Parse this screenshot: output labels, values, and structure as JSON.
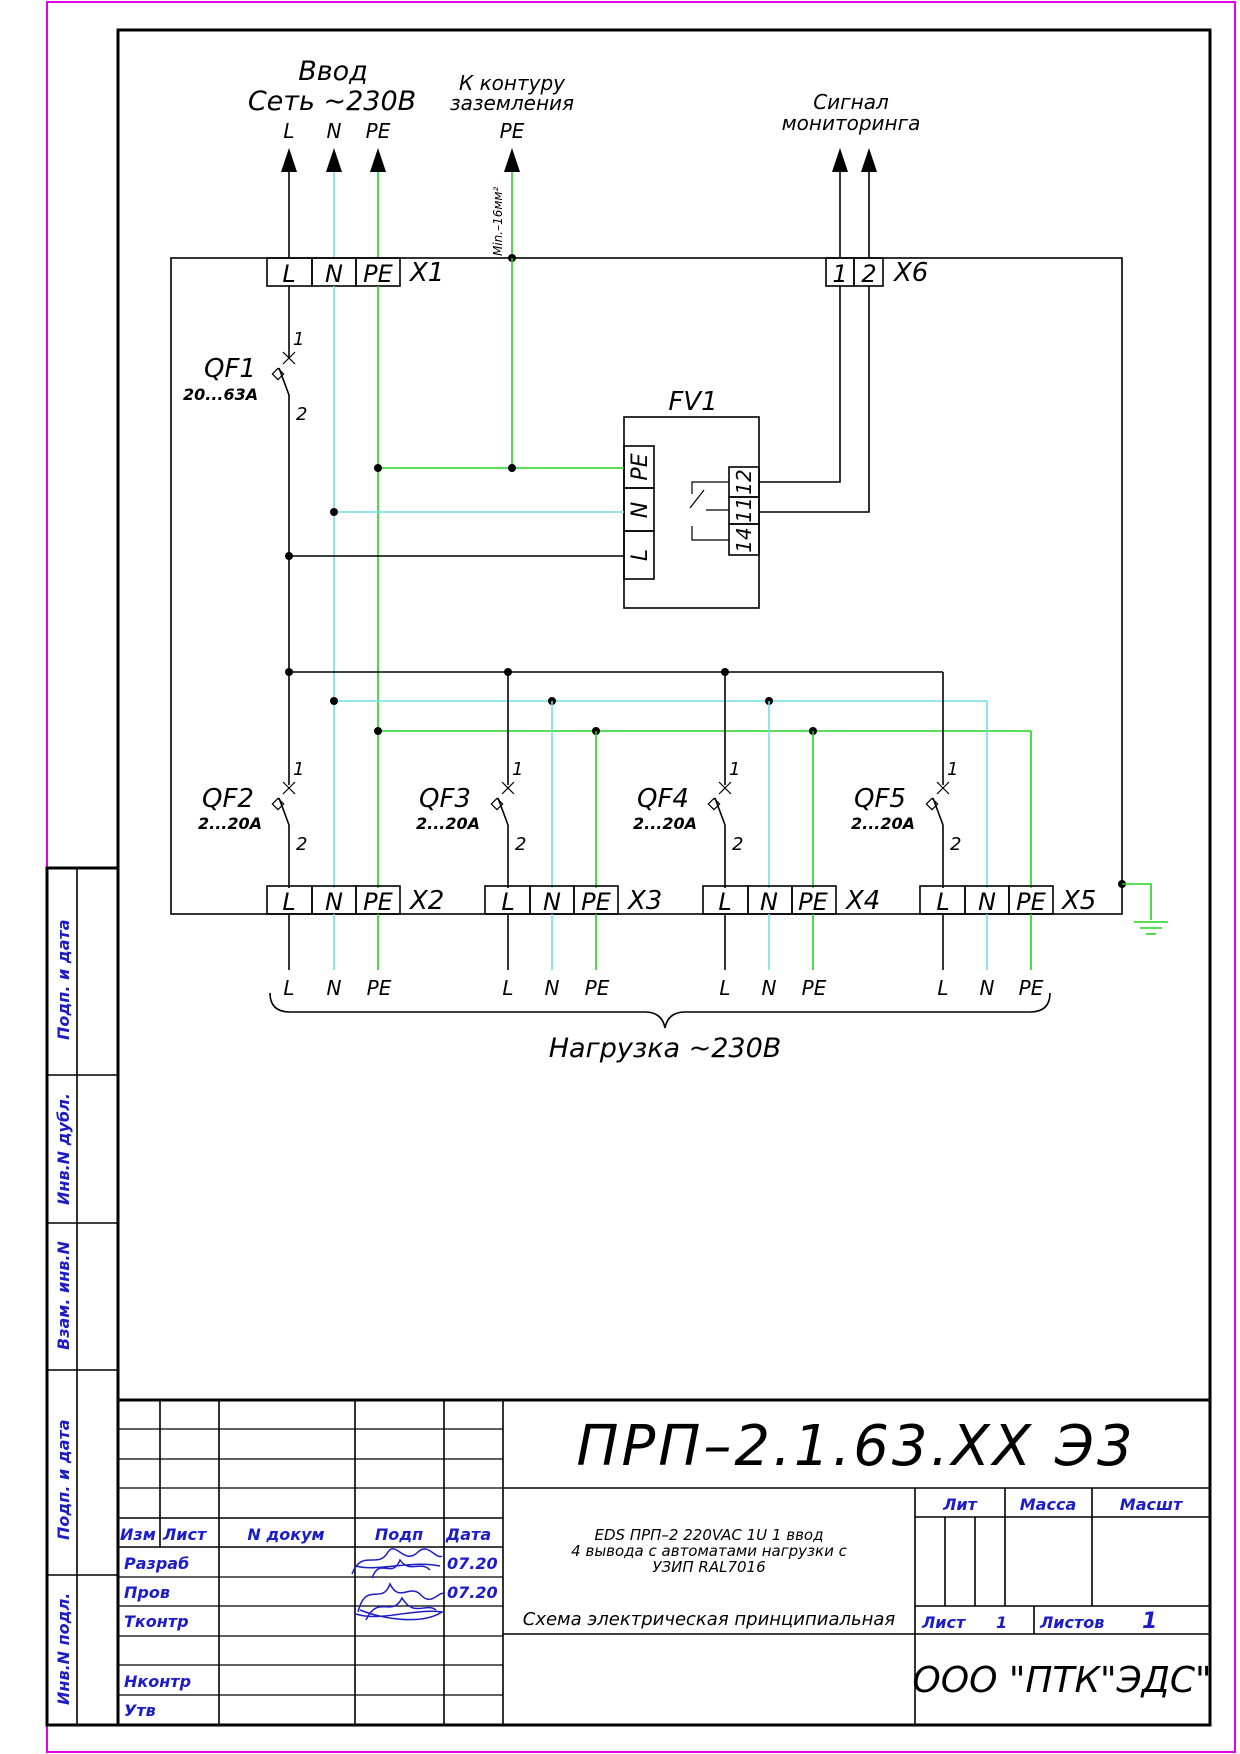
{
  "colors": {
    "L": "#000000",
    "N": "#6fe0e6",
    "PE": "#21d321",
    "stamp": "#1c1cc8"
  },
  "top": {
    "input_title": "Ввод",
    "input_net": "Сеть ~230В",
    "ground_line1": "К контуру",
    "ground_line2": "заземления",
    "signal_line1": "Сигнал",
    "signal_line2": "мониторинга",
    "min_section": "Min.–16мм²",
    "wire_L": "L",
    "wire_N": "N",
    "wire_PE": "PE",
    "ground_PE": "PE"
  },
  "terminal": {
    "L": "L",
    "N": "N",
    "PE": "PE"
  },
  "x1": "X1",
  "x6": {
    "name": "X6",
    "pin1": "1",
    "pin2": "2"
  },
  "qf1": {
    "name": "QF1",
    "rating": "20...63A",
    "pin1": "1",
    "pin2": "2"
  },
  "fv1": {
    "name": "FV1",
    "pe": "PE",
    "n": "N",
    "l": "L",
    "c12": "12",
    "c11": "11",
    "c14": "14"
  },
  "breakers": [
    {
      "name": "QF2",
      "rating": "2...20A",
      "pin1": "1",
      "pin2": "2",
      "block": "X2"
    },
    {
      "name": "QF3",
      "rating": "2...20A",
      "pin1": "1",
      "pin2": "2",
      "block": "X3"
    },
    {
      "name": "QF4",
      "rating": "2...20A",
      "pin1": "1",
      "pin2": "2",
      "block": "X4"
    },
    {
      "name": "QF5",
      "rating": "2...20A",
      "pin1": "1",
      "pin2": "2",
      "block": "X5"
    }
  ],
  "outputs": {
    "L": "L",
    "N": "N",
    "PE": "PE",
    "load": "Нагрузка ~230В"
  },
  "side_stamp": [
    "Подп. и дата",
    "Инв.N дубл.",
    "Взам. инв.N",
    "Подп. и дата",
    "Инв.N подл."
  ],
  "title_block": {
    "designation": "ПРП–2.1.63.XX  Э3",
    "desc1": "EDS ПРП–2 220VAC 1U 1 ввод",
    "desc2": "4 вывода с автоматами нагрузки с",
    "desc3": "УЗИП RAL7016",
    "doc_type": "Схема электрическая принципиальная",
    "org": "ООО  \"ПТК\"ЭДС\"",
    "hdr_izm": "Изм",
    "hdr_list": "Лист",
    "hdr_ndok": "N докум",
    "hdr_podp": "Подп",
    "hdr_data": "Дата",
    "lit": "Лит",
    "massa": "Масса",
    "masht": "Масшт",
    "list_label": "Лист",
    "list_value": "1",
    "listov_label": "Листов",
    "listov_value": "1",
    "razrab": "Разраб",
    "prov": "Пров",
    "tkontr": "Тконтр",
    "nkontr": "Нконтр",
    "utv": "Утв",
    "date1": "07.20",
    "date2": "07.20"
  }
}
